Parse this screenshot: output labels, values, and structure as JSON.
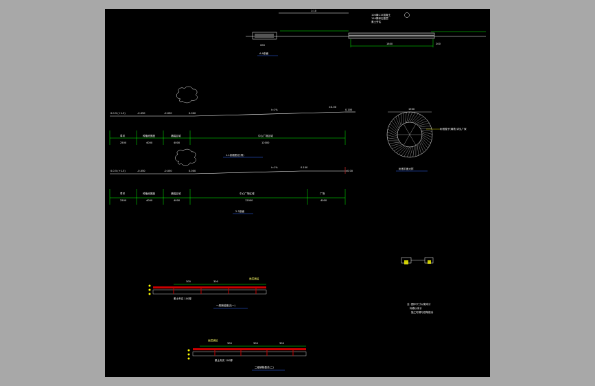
{
  "colors": {
    "background": "#a8a8a8",
    "canvas": "#000000",
    "ground_line": "#ffffff",
    "dimension_line": "#00ff00",
    "annotation": "#ffff00",
    "paving_fill": "#cc0000",
    "tree_outline": "#ffffff",
    "title_underline": "#3366ff"
  },
  "top_detail": {
    "dim_top": "1:10",
    "dim_left": "200",
    "dim_mid": "1800",
    "dim_right": "200",
    "title": "A-A剖面",
    "note_lines": [
      "100厚C15混凝土",
      "150厚碎石垫层",
      "素土夯实"
    ]
  },
  "section_1": {
    "elev_left": "0.0.5 (+1.5)",
    "elev_a": "-0.050",
    "elev_b": "-0.050",
    "elev_c": "0.000",
    "slope": "i=1%",
    "elev_right": "0.100",
    "tag_right": "±0.00",
    "dims": [
      {
        "label": "草坪",
        "value": "2500"
      },
      {
        "label": "种植池宽度",
        "value": "4000"
      },
      {
        "label": "铺装区域",
        "value": "4000"
      },
      {
        "label": "中心广场区域",
        "value": "12000"
      }
    ],
    "title": "1-1剖面图(比例)"
  },
  "section_2": {
    "elev_left": "0.0.5 (+1.5)",
    "elev_a": "-0.050",
    "elev_b": "-0.050",
    "elev_c": "0.000",
    "slope": "i=1%",
    "elev_d": "0.100",
    "elev_right": "±0.00",
    "dims": [
      {
        "label": "草坪",
        "value": "2500"
      },
      {
        "label": "种植池宽度",
        "value": "4000"
      },
      {
        "label": "铺装区域",
        "value": "4000"
      },
      {
        "label": "中心广场区域",
        "value": "12000"
      },
      {
        "label": "广场",
        "value": "4000"
      }
    ],
    "title": "2-2剖面"
  },
  "tree_plan": {
    "dim": "1500",
    "note": "树池篦子(铸铁)详见厂家",
    "title": "树池平面大样"
  },
  "paving_a": {
    "dims": [
      "300",
      "300"
    ],
    "note_top": "面层铺装",
    "note_bottom": "素土夯实 100厚",
    "title": "一般铺装做法(一)"
  },
  "paving_b": {
    "dims": [
      "300",
      "300",
      "300"
    ],
    "note_top": "面层铺装",
    "note_bottom": "素土夯实 100厚",
    "title": "二级铺装做法(二)"
  },
  "notes_block": {
    "lines": [
      "注: 图中尺寸以毫米计",
      "标高以米计",
      "施工时请与现场核对"
    ]
  }
}
